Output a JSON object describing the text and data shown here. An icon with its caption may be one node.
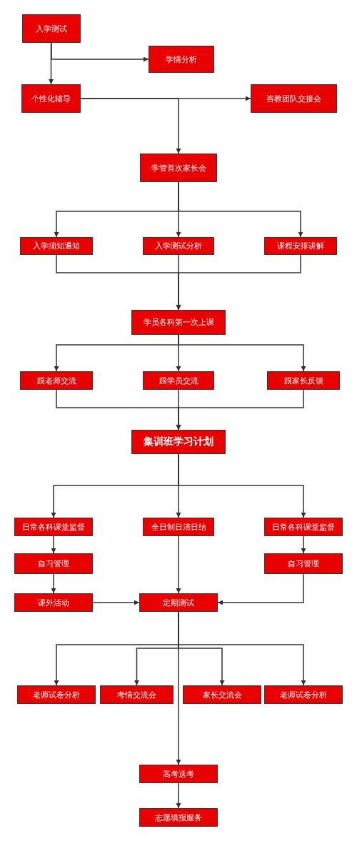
{
  "diagram": {
    "nodes": [
      {
        "text": [
          "入学测试"
        ]
      },
      {
        "text": [
          "学情分析"
        ]
      },
      {
        "text": [
          "个性化辅导"
        ]
      },
      {
        "text": [
          "咨教团队交接会"
        ]
      },
      {
        "text": [
          "学管首次家长会"
        ]
      },
      {
        "text": [
          "入学须知通知"
        ]
      },
      {
        "text": [
          "入学测试分析"
        ]
      },
      {
        "text": [
          "课程安排讲解"
        ]
      },
      {
        "text": [
          "学员各科第一次上课"
        ]
      },
      {
        "text": [
          "跟老师交流"
        ]
      },
      {
        "text": [
          "跟学员交流"
        ]
      },
      {
        "text": [
          "跟家长反馈"
        ]
      },
      {
        "text": [
          "集训班学习计划"
        ]
      },
      {
        "text": [
          "日常各科课堂监督"
        ]
      },
      {
        "text": [
          "全日制日清日结"
        ]
      },
      {
        "text": [
          "日常各科课堂监督"
        ]
      },
      {
        "text": [
          "自习管理"
        ]
      },
      {
        "text": [
          "自习管理"
        ]
      },
      {
        "text": [
          "课外活动"
        ]
      },
      {
        "text": [
          "定期测试"
        ]
      },
      {
        "text": [
          "老师试卷分析"
        ]
      },
      {
        "text": [
          "考情交流会"
        ]
      },
      {
        "text": [
          "家长交流会"
        ]
      },
      {
        "text": [
          "老师试卷分析"
        ]
      },
      {
        "text": [
          "高考送考"
        ]
      },
      {
        "text": [
          "志愿填报服务"
        ]
      }
    ],
    "edges": [
      {
        "from": 0,
        "to": 2,
        "arrow": "to"
      },
      {
        "from": 0,
        "to": 1,
        "arrow": "to"
      },
      {
        "from": 2,
        "to": 3,
        "arrow": "to"
      },
      {
        "from": 2,
        "to": 4,
        "arrow": "to"
      },
      {
        "from": 4,
        "to": 5,
        "arrow": "to"
      },
      {
        "from": 4,
        "to": 6,
        "arrow": "to"
      },
      {
        "from": 4,
        "to": 7,
        "arrow": "to"
      },
      {
        "from": 5,
        "to": 8,
        "arrow": "to"
      },
      {
        "from": 6,
        "to": 8,
        "arrow": "to"
      },
      {
        "from": 7,
        "to": 8,
        "arrow": "to"
      },
      {
        "from": 8,
        "to": 9,
        "arrow": "to"
      },
      {
        "from": 8,
        "to": 10,
        "arrow": "to"
      },
      {
        "from": 8,
        "to": 11,
        "arrow": "to"
      },
      {
        "from": 9,
        "to": 12,
        "arrow": "to"
      },
      {
        "from": 10,
        "to": 12,
        "arrow": "to"
      },
      {
        "from": 11,
        "to": 12,
        "arrow": "to"
      },
      {
        "from": 12,
        "to": 13,
        "arrow": "to"
      },
      {
        "from": 12,
        "to": 14,
        "arrow": "to"
      },
      {
        "from": 12,
        "to": 15,
        "arrow": "to"
      },
      {
        "from": 13,
        "to": 16,
        "arrow": "to"
      },
      {
        "from": 15,
        "to": 17,
        "arrow": "to"
      },
      {
        "from": 16,
        "to": 18,
        "arrow": "to"
      },
      {
        "from": 18,
        "to": 19,
        "arrow": "to"
      },
      {
        "from": 17,
        "to": 19,
        "arrow": "to"
      },
      {
        "from": 14,
        "to": 19,
        "arrow": "to"
      },
      {
        "from": 19,
        "to": 20,
        "arrow": "to"
      },
      {
        "from": 19,
        "to": 21,
        "arrow": "to"
      },
      {
        "from": 19,
        "to": 22,
        "arrow": "to"
      },
      {
        "from": 19,
        "to": 23,
        "arrow": "to"
      },
      {
        "from": 19,
        "to": 24,
        "arrow": "to"
      },
      {
        "from": 24,
        "to": 25,
        "arrow": "to"
      }
    ]
  }
}
